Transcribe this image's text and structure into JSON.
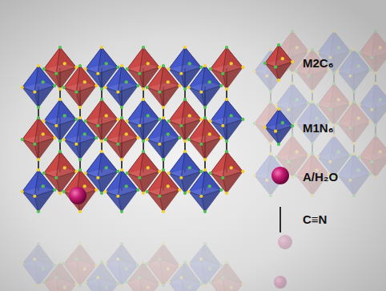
{
  "diagram": {
    "legend": [
      {
        "text": "M2C₆"
      },
      {
        "text": "M1N₆"
      },
      {
        "text": "A/H₂O"
      },
      {
        "text": "C≡N"
      }
    ]
  }
}
